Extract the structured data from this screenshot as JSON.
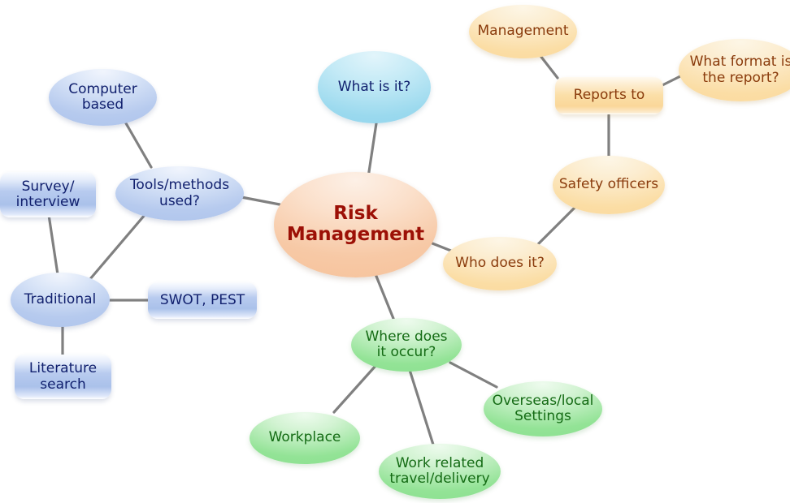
{
  "diagram": {
    "title": "Risk Management Mind Map",
    "background": "#ffffff",
    "edge_color": "#808080"
  },
  "palette": {
    "center_fill": "#f7c9a6",
    "center_text": "#9c1006",
    "cyan_fill": "#9ad9ee",
    "blue_fill": "#b6caee",
    "blue_text": "#11206e",
    "amber_fill": "#fbdda4",
    "amber_text": "#8a3b0c",
    "green_fill": "#93e396",
    "green_text": "#146b14"
  },
  "nodes": {
    "center": {
      "label": "Risk\nManagement"
    },
    "what_is_it": {
      "label": "What is it?"
    },
    "tools_methods": {
      "label": "Tools/methods\nused?"
    },
    "computer_based": {
      "label": "Computer\nbased"
    },
    "survey_interview": {
      "label": "Survey/\ninterview"
    },
    "traditional": {
      "label": "Traditional"
    },
    "swot_pest": {
      "label": "SWOT, PEST"
    },
    "literature_search": {
      "label": "Literature\nsearch"
    },
    "who_does_it": {
      "label": "Who does it?"
    },
    "safety_officers": {
      "label": "Safety officers"
    },
    "reports_to": {
      "label": "Reports to"
    },
    "management": {
      "label": "Management"
    },
    "report_format": {
      "label": "What format is\nthe report?"
    },
    "where_occur": {
      "label": "Where does\nit occur?"
    },
    "workplace": {
      "label": "Workplace"
    },
    "work_travel": {
      "label": "Work related\ntravel/delivery"
    },
    "overseas_local": {
      "label": "Overseas/local\nSettings"
    }
  },
  "edges": [
    {
      "from": "center",
      "to": "what_is_it"
    },
    {
      "from": "center",
      "to": "tools_methods"
    },
    {
      "from": "center",
      "to": "who_does_it"
    },
    {
      "from": "center",
      "to": "where_occur"
    },
    {
      "from": "tools_methods",
      "to": "computer_based"
    },
    {
      "from": "tools_methods",
      "to": "traditional"
    },
    {
      "from": "survey_interview",
      "to": "traditional"
    },
    {
      "from": "traditional",
      "to": "swot_pest"
    },
    {
      "from": "traditional",
      "to": "literature_search"
    },
    {
      "from": "who_does_it",
      "to": "safety_officers"
    },
    {
      "from": "safety_officers",
      "to": "reports_to"
    },
    {
      "from": "reports_to",
      "to": "management"
    },
    {
      "from": "reports_to",
      "to": "report_format"
    },
    {
      "from": "where_occur",
      "to": "workplace"
    },
    {
      "from": "where_occur",
      "to": "work_travel"
    },
    {
      "from": "where_occur",
      "to": "overseas_local"
    }
  ]
}
